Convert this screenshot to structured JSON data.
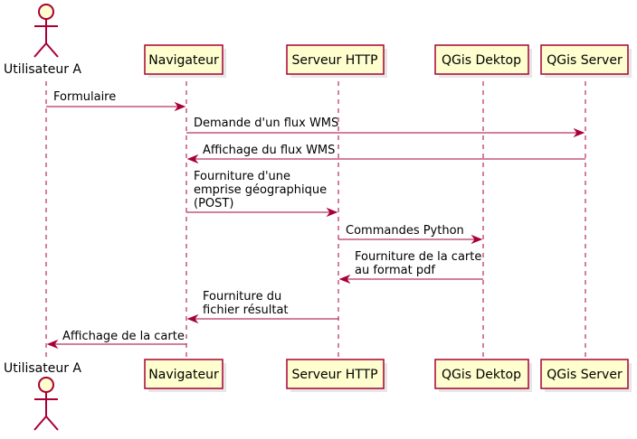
{
  "colors": {
    "border": "#a80036",
    "box_fill": "#fefece",
    "background": "#ffffff"
  },
  "participants": [
    {
      "id": "user",
      "label": "Utilisateur A",
      "kind": "actor"
    },
    {
      "id": "nav",
      "label": "Navigateur",
      "kind": "participant"
    },
    {
      "id": "http",
      "label": "Serveur HTTP",
      "kind": "participant"
    },
    {
      "id": "qdesk",
      "label": "QGis Dektop",
      "kind": "participant"
    },
    {
      "id": "qserv",
      "label": "QGis Server",
      "kind": "participant"
    }
  ],
  "messages": [
    {
      "from": "user",
      "to": "nav",
      "lines": [
        "Formulaire"
      ]
    },
    {
      "from": "nav",
      "to": "qserv",
      "lines": [
        "Demande d'un flux WMS"
      ]
    },
    {
      "from": "qserv",
      "to": "nav",
      "lines": [
        "Affichage du flux WMS"
      ]
    },
    {
      "from": "nav",
      "to": "http",
      "lines": [
        "Fourniture d'une",
        "emprise géographique",
        "(POST)"
      ]
    },
    {
      "from": "http",
      "to": "qdesk",
      "lines": [
        "Commandes Python"
      ]
    },
    {
      "from": "qdesk",
      "to": "http",
      "lines": [
        "Fourniture de la carte",
        "au format pdf"
      ]
    },
    {
      "from": "http",
      "to": "nav",
      "lines": [
        "Fourniture du",
        "fichier résultat"
      ]
    },
    {
      "from": "nav",
      "to": "user",
      "lines": [
        "Affichage de la carte"
      ]
    }
  ]
}
